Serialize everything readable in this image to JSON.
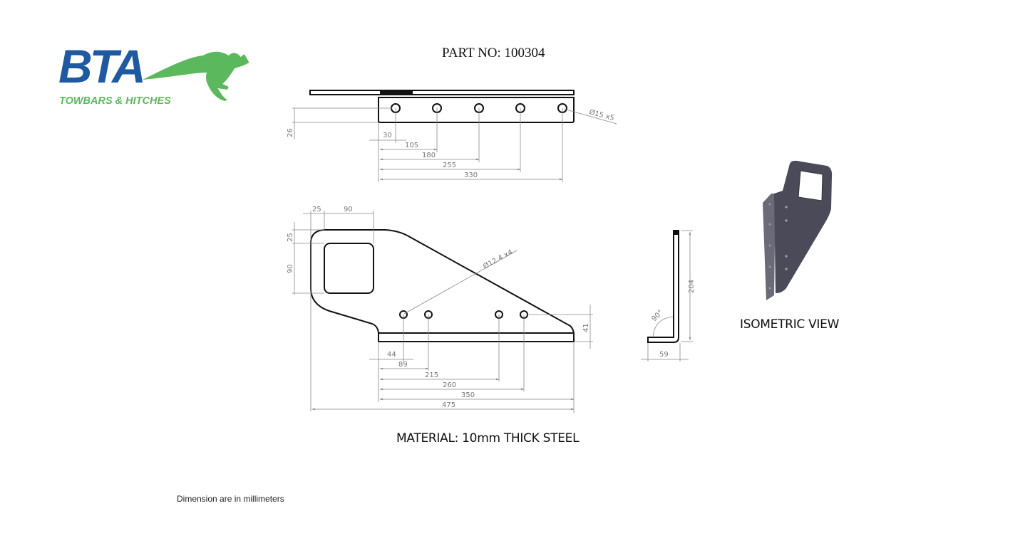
{
  "logo": {
    "brand": "BTA",
    "tagline": "TOWBARS & HITCHES",
    "brand_color": "#1f5aa0",
    "accent_color": "#5cb85c"
  },
  "title": "PART NO: 100304",
  "material": "MATERIAL: 10mm THICK STEEL",
  "iso_label": "ISOMETRIC VIEW",
  "note": "Dimension are in millimeters",
  "top_view": {
    "height_dim": "26",
    "hole_callout": "Ø15 x5",
    "hole_dims": [
      "30",
      "105",
      "180",
      "255",
      "330"
    ]
  },
  "front_view": {
    "top_dims": [
      "25",
      "90"
    ],
    "left_dims": [
      "25",
      "90"
    ],
    "right_dim": "41",
    "hole_callout": "Ø12.4 x4",
    "bottom_dims": [
      "44",
      "89",
      "215",
      "260",
      "350",
      "475"
    ]
  },
  "side_view": {
    "height_dim": "204",
    "width_dim": "59",
    "angle": "90°"
  }
}
